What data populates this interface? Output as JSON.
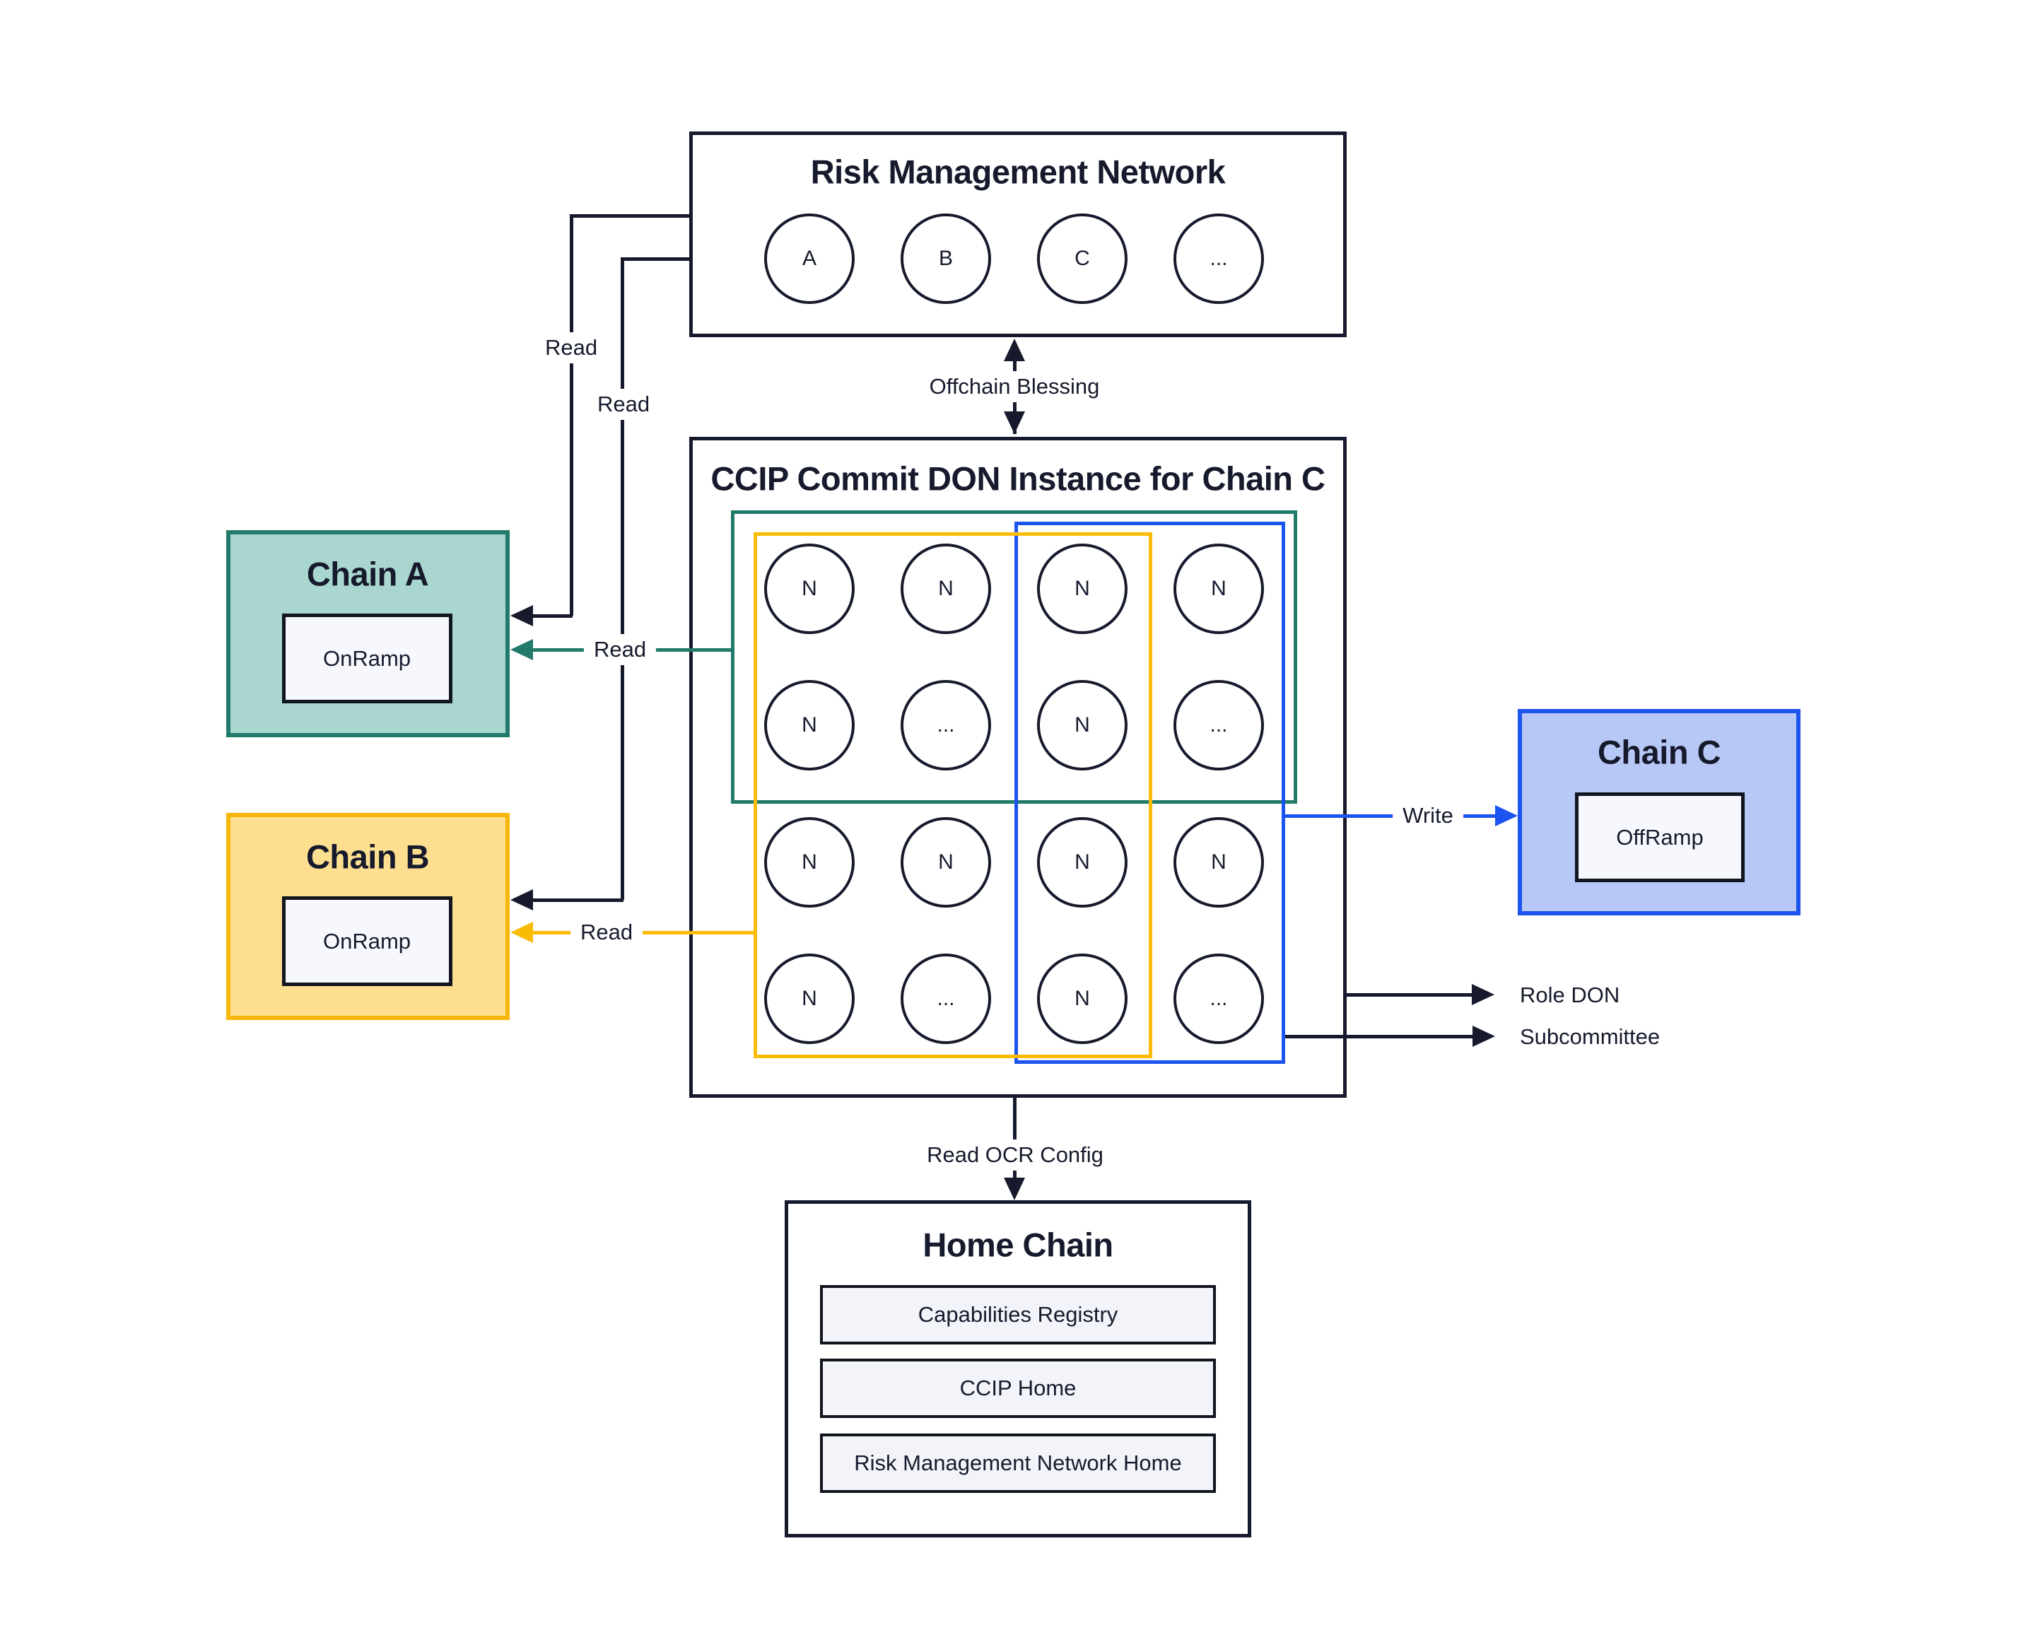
{
  "diagram": {
    "rmn": {
      "title": "Risk Management Network",
      "nodes": [
        "A",
        "B",
        "C",
        "..."
      ]
    },
    "ccip": {
      "title": "CCIP Commit DON Instance for Chain C",
      "grid": [
        "N",
        "N",
        "N",
        "N",
        "N",
        "...",
        "N",
        "...",
        "N",
        "N",
        "N",
        "N",
        "N",
        "...",
        "N",
        "..."
      ]
    },
    "chain_a": {
      "title": "Chain A",
      "contract": "OnRamp"
    },
    "chain_b": {
      "title": "Chain B",
      "contract": "OnRamp"
    },
    "chain_c": {
      "title": "Chain C",
      "contract": "OffRamp"
    },
    "home_chain": {
      "title": "Home Chain",
      "contracts": [
        "Capabilities Registry",
        "CCIP Home",
        "Risk Management Network Home"
      ]
    },
    "labels": {
      "read_rmn_to_a": "Read",
      "read_rmn_to_b": "Read",
      "read_don_to_a": "Read",
      "read_don_to_b": "Read",
      "write": "Write",
      "offchain_blessing": "Offchain Blessing",
      "read_ocr_config": "Read OCR Config",
      "role_don": "Role DON",
      "subcommittee": "Subcommittee"
    },
    "colors": {
      "navy": "#161a2c",
      "teal_border": "#217a6a",
      "teal_fill": "#a9d7cf",
      "yellow_border": "#f7b70a",
      "yellow_line": "#f9bb06",
      "yellow_fill": "#fddf8f",
      "blue_border": "#1b54ee",
      "blue_fill": "#b8c8f6",
      "contract_fill": "#f7f8fd",
      "registry_fill": "#f3f4fa"
    }
  }
}
